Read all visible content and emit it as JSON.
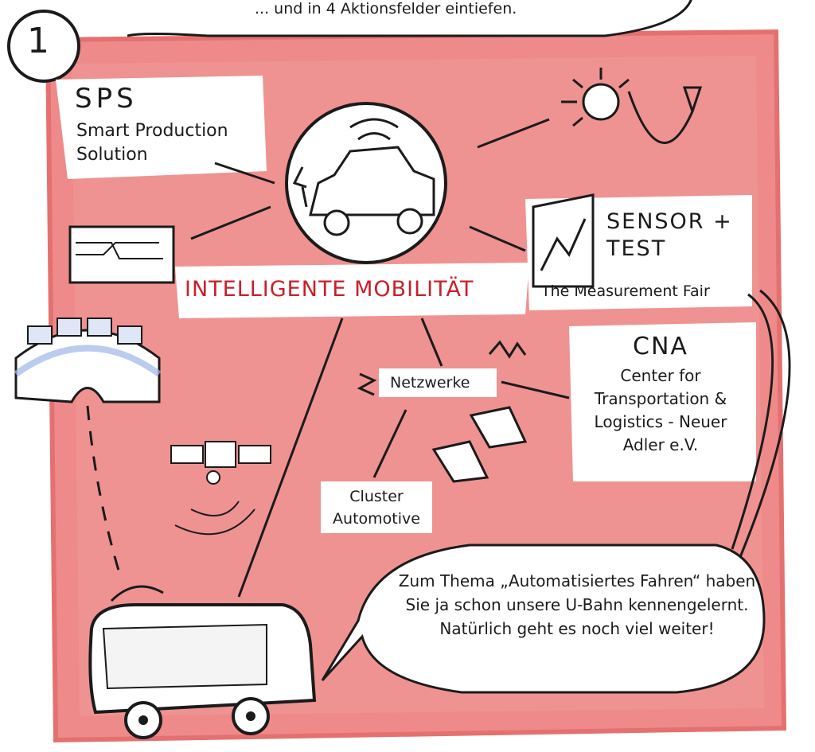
{
  "step_number": "1",
  "top_bubble_text": "... und in 4 Aktionsfelder eintiefen.",
  "center_title": "INTELLIGENTE MOBILITÄT",
  "sps": {
    "title": "SPS",
    "subtitle": "Smart Production Solution"
  },
  "sensor": {
    "title_line1": "SENSOR +",
    "title_line2": "TEST",
    "subtitle": "The Measurement Fair"
  },
  "cna": {
    "title": "CNA",
    "subtitle": "Center for Transportation & Logistics - Neuer Adler e.V."
  },
  "netzwerke": "Netzwerke",
  "cluster": "Cluster Automotive",
  "speech_bubble": "Zum Thema „Automatisiertes Fahren“ haben Sie ja schon unsere U-Bahn kennengelernt. Natürlich geht es noch viel weiter!",
  "colors": {
    "background_panel": "#ee8a8a",
    "accent_red": "#c8202a",
    "ink": "#1b1b1b"
  }
}
